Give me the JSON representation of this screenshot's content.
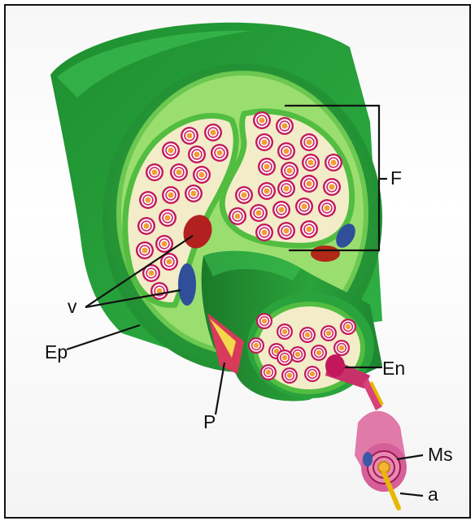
{
  "labels": {
    "F": "F",
    "v": "v",
    "Ep": "Ep",
    "En": "En",
    "P": "P",
    "Ms": "Ms",
    "a": "a"
  },
  "colors": {
    "outer_green": "#2aa33c",
    "dark_green": "#1c7a2a",
    "inner_green": "#8fd66a",
    "fascicle_fill": "#f3ecc9",
    "fascicle_border": "#4cba3f",
    "fiber_ring": "#c2185b",
    "fiber_core": "#f2b632",
    "artery": "#b32020",
    "vein": "#2f4f9a",
    "axon": "#e6b800",
    "myelin": "#e07aa8",
    "label_line": "#111111"
  }
}
